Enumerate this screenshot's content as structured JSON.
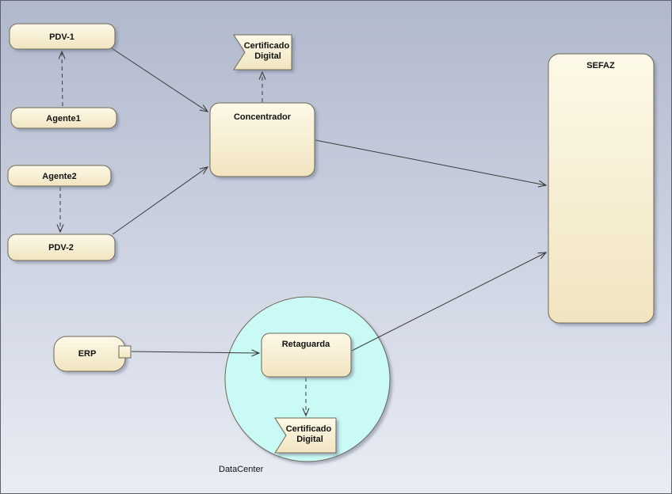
{
  "diagram": {
    "nodes": {
      "pdv1": {
        "label": "PDV-1"
      },
      "agente1": {
        "label": "Agente1"
      },
      "agente2": {
        "label": "Agente2"
      },
      "pdv2": {
        "label": "PDV-2"
      },
      "concentrador": {
        "label": "Concentrador"
      },
      "cert_top": {
        "line1": "Certificado",
        "line2": "Digital"
      },
      "sefaz": {
        "label": "SEFAZ"
      },
      "erp": {
        "label": "ERP"
      },
      "retaguarda": {
        "label": "Retaguarda"
      },
      "cert_bottom": {
        "line1": "Certificado",
        "line2": "Digital"
      },
      "datacenter": {
        "label": "DataCenter"
      }
    },
    "edges": [
      {
        "from": "Agente1",
        "to": "PDV-1",
        "style": "dashed"
      },
      {
        "from": "PDV-1",
        "to": "Concentrador",
        "style": "solid"
      },
      {
        "from": "Agente2",
        "to": "PDV-2",
        "style": "dashed"
      },
      {
        "from": "PDV-2",
        "to": "Concentrador",
        "style": "solid"
      },
      {
        "from": "Concentrador",
        "to": "Certificado Digital (top)",
        "style": "dashed"
      },
      {
        "from": "Concentrador",
        "to": "SEFAZ",
        "style": "solid"
      },
      {
        "from": "ERP",
        "to": "Retaguarda",
        "style": "solid"
      },
      {
        "from": "Retaguarda",
        "to": "SEFAZ",
        "style": "solid"
      },
      {
        "from": "Retaguarda",
        "to": "Certificado Digital (bottom)",
        "style": "dashed"
      }
    ],
    "colors": {
      "node_fill_top": "#fdf9e8",
      "node_fill_bottom": "#f1e4c0",
      "node_border": "#6e6852",
      "circle_fill": "#c9faf5",
      "edge_color": "#3a3a3a",
      "bg_top": "#b0b8cc",
      "bg_bottom": "#e9edf5",
      "text_color": "#111111"
    }
  }
}
